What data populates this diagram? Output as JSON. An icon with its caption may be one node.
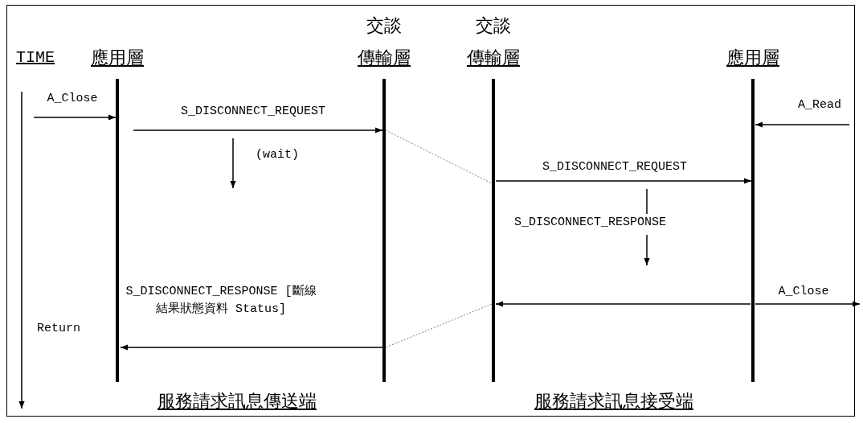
{
  "diagram": {
    "nodes": [
      {
        "text": [
          "應用層"
        ]
      },
      {
        "text": [
          "交談",
          "傳輸層"
        ]
      },
      {
        "text": [
          "交談",
          "傳輸層"
        ]
      },
      {
        "text": [
          "應用層"
        ]
      }
    ],
    "edges": [
      {
        "from": null,
        "to": 0,
        "arrow": "to",
        "label": "A_Close"
      },
      {
        "from": 0,
        "to": 1,
        "arrow": "to",
        "label": "S_DISCONNECT_REQUEST"
      },
      {
        "from": 1,
        "to": 2,
        "arrow": "none",
        "style": "dashed",
        "color": "#808080"
      },
      {
        "from": 2,
        "to": 3,
        "arrow": "to",
        "label": "S_DISCONNECT_REQUEST"
      },
      {
        "from": null,
        "to": 3,
        "arrow": "to",
        "label": "A_Read"
      },
      {
        "from": 3,
        "to": 2,
        "arrow": "to"
      },
      {
        "from": 3,
        "to": null,
        "arrow": "to",
        "label": "A_Close"
      },
      {
        "from": 2,
        "to": 1,
        "arrow": "none",
        "style": "dashed",
        "color": "#808080"
      },
      {
        "from": 1,
        "to": 0,
        "arrow": "to",
        "label": "S_DISCONNECT_RESPONSE [斷線結果狀態資料 Status]"
      }
    ],
    "labels": [
      "TIME",
      "(wait)",
      "S_DISCONNECT_RESPONSE",
      "Return",
      "服務請求訊息傳送端",
      "服務請求訊息接受端"
    ]
  }
}
